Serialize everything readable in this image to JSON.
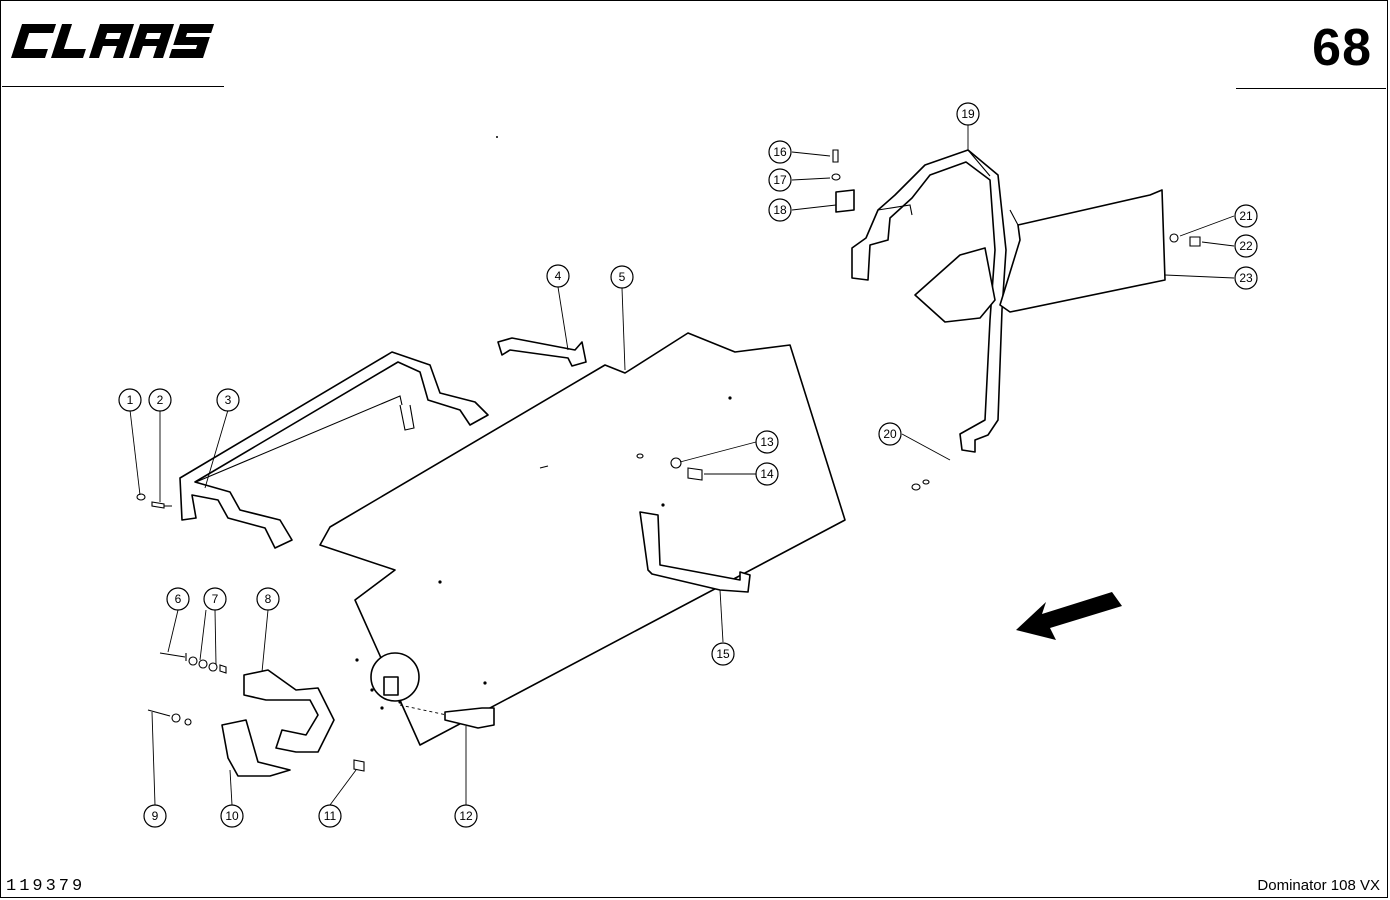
{
  "header": {
    "brand": "CLAAS",
    "page_number": "68"
  },
  "footer": {
    "drawing_number": "119379",
    "model": "Dominator 108 VX"
  },
  "callouts": [
    "1",
    "2",
    "3",
    "4",
    "5",
    "6",
    "7",
    "8",
    "9",
    "10",
    "11",
    "12",
    "13",
    "14",
    "15",
    "16",
    "17",
    "18",
    "19",
    "20",
    "21",
    "22",
    "23"
  ],
  "icons": {
    "direction": "direction-arrow-icon"
  }
}
